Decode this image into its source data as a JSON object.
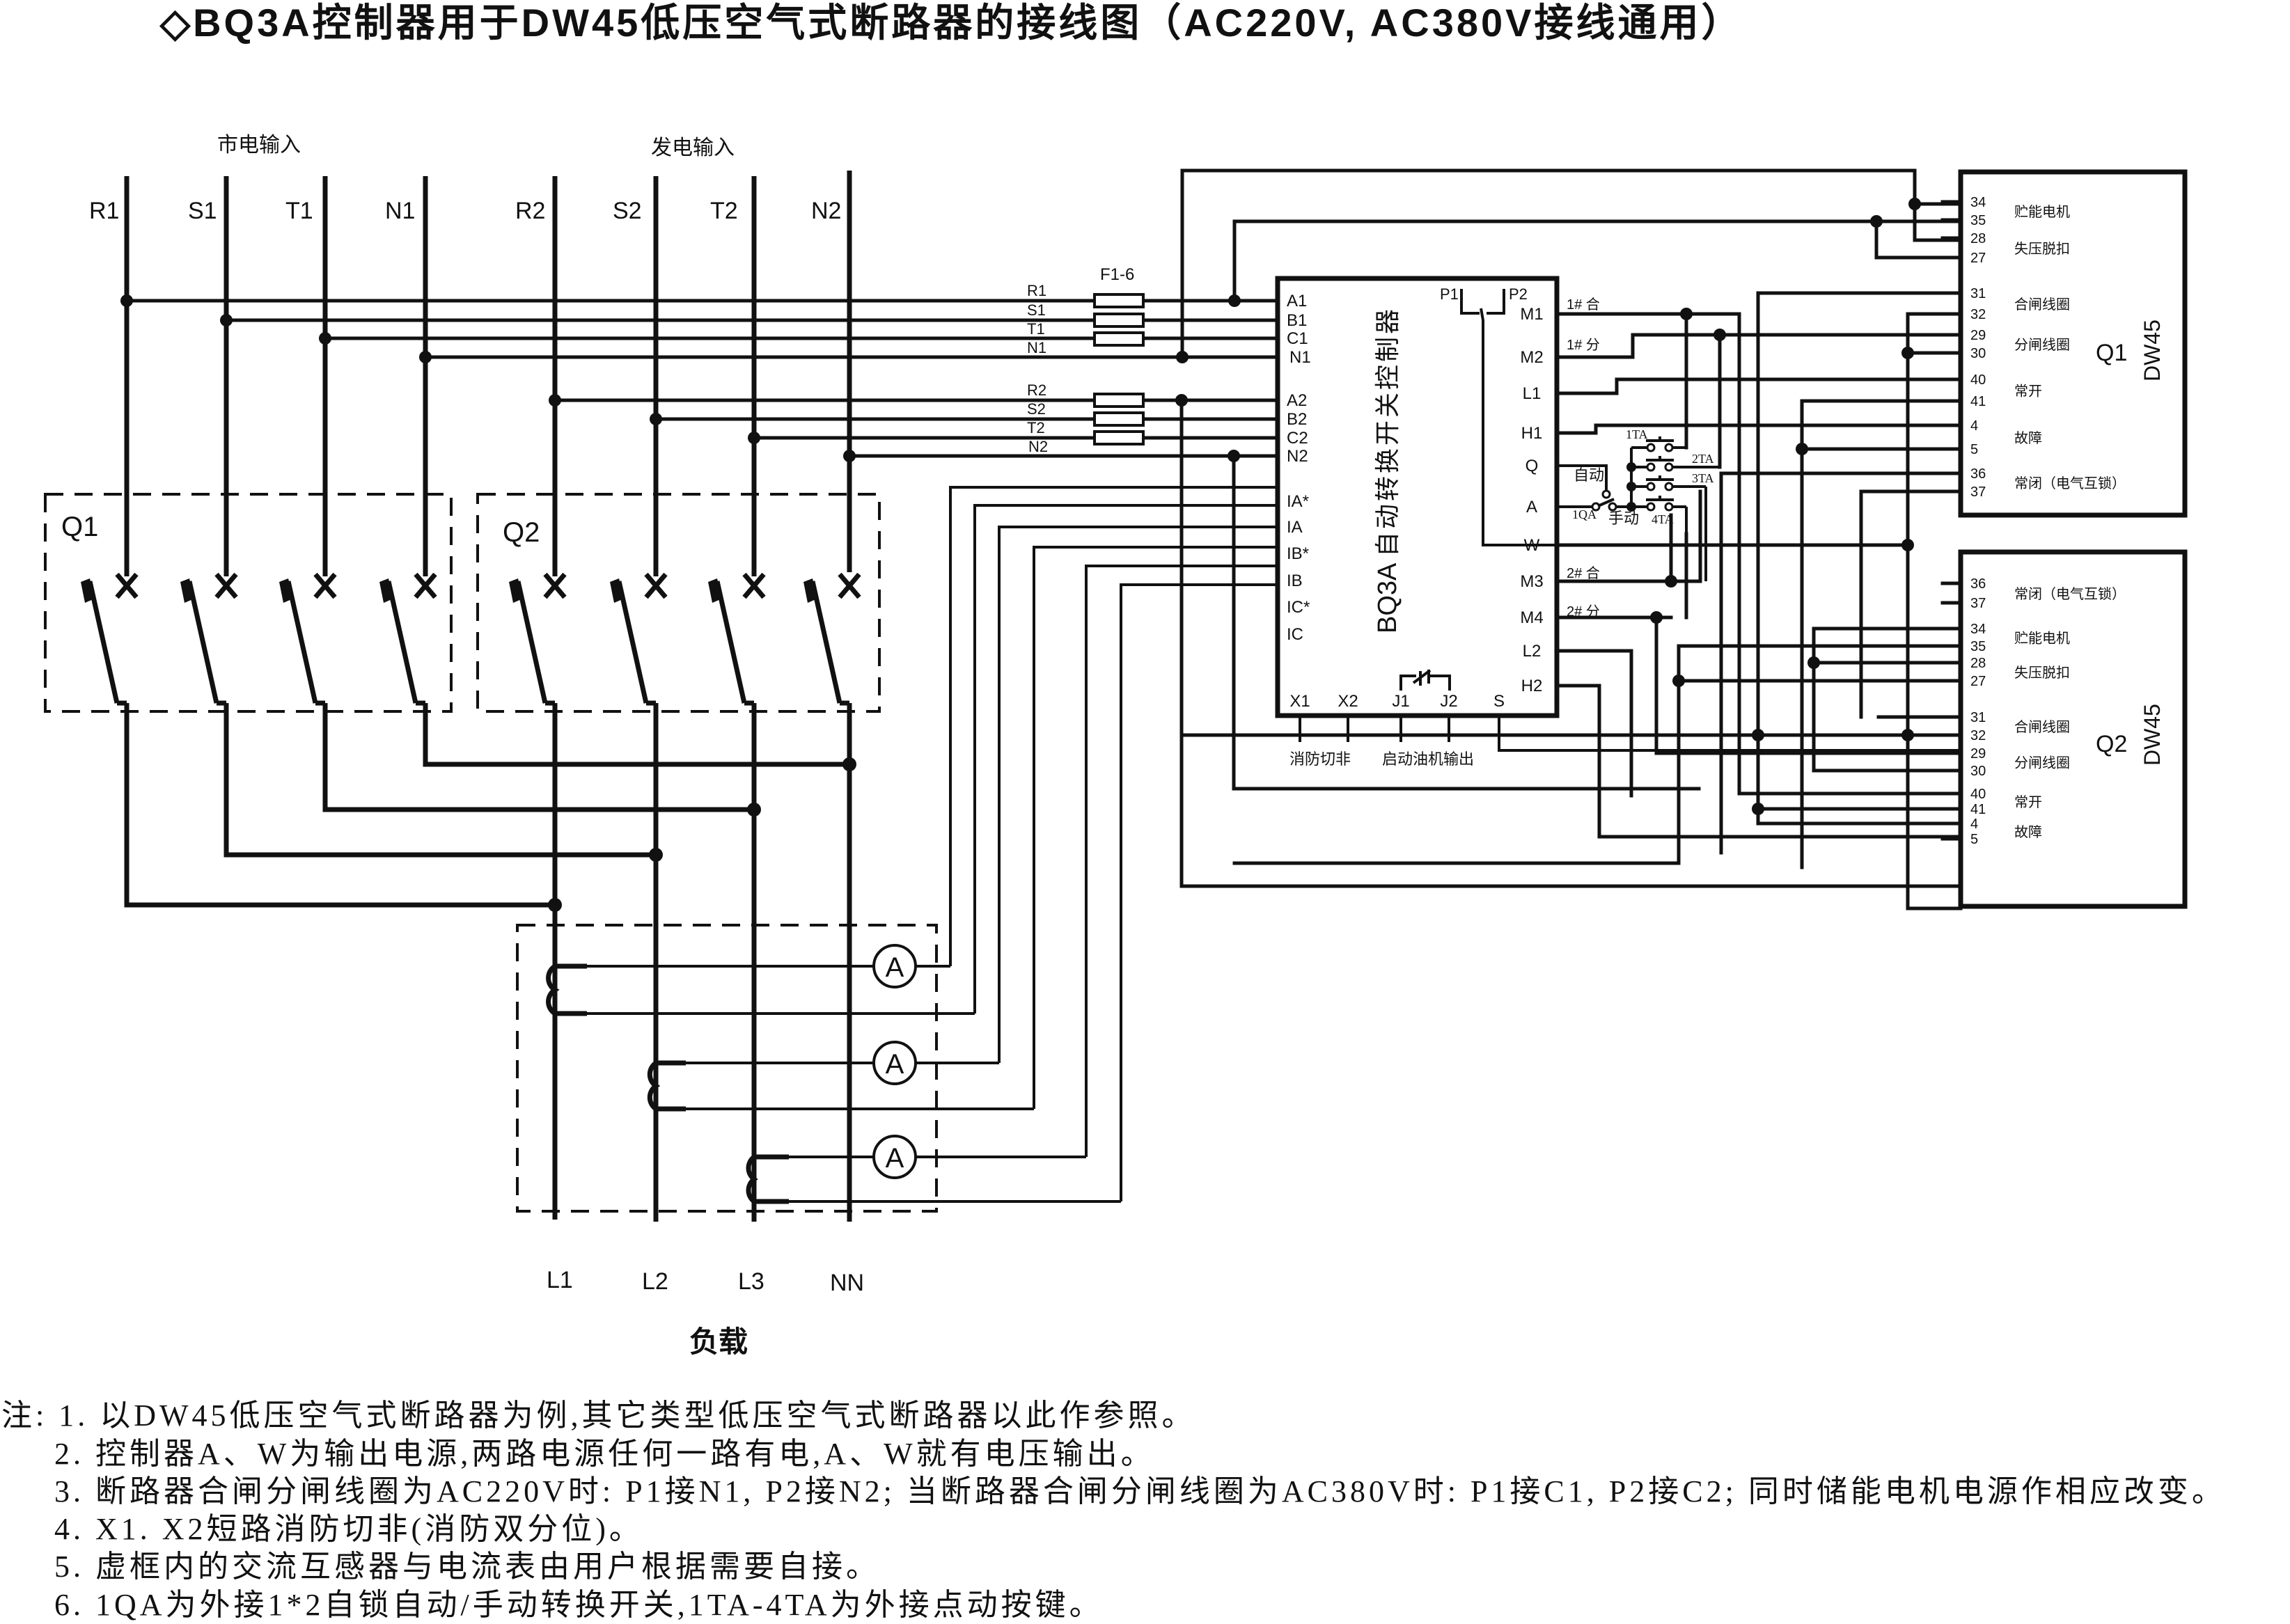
{
  "title": "◇BQ3A控制器用于DW45低压空气式断路器的接线图（AC220V, AC380V接线通用）",
  "inputs": {
    "mains_label": "市电输入",
    "gen_label": "发电输入",
    "mains_lines": [
      "R1",
      "S1",
      "T1",
      "N1"
    ],
    "gen_lines": [
      "R2",
      "S2",
      "T2",
      "N2"
    ]
  },
  "breakers": {
    "q1_label": "Q1",
    "q2_label": "Q2"
  },
  "fuses": {
    "label": "F1-6",
    "wire_labels_1": [
      "R1",
      "S1",
      "T1",
      "N1"
    ],
    "wire_labels_2": [
      "R2",
      "S2",
      "T2",
      "N2"
    ]
  },
  "controller": {
    "model": "BQ3A",
    "name": "自动转换开关控制器",
    "left_terminals": [
      "A1",
      "B1",
      "C1",
      "N1",
      "A2",
      "B2",
      "C2",
      "N2",
      "IA*",
      "IA",
      "IB*",
      "IB",
      "IC*",
      "IC"
    ],
    "right_terminals": [
      "M1",
      "M2",
      "L1",
      "H1",
      "Q",
      "A",
      "W",
      "M3",
      "M4",
      "L2",
      "H2"
    ],
    "bottom_terminals": [
      "X1",
      "X2",
      "J1",
      "J2",
      "S"
    ],
    "p_terminals": [
      "P1",
      "P2"
    ],
    "wire_tags": {
      "m1": "1# 合",
      "m2": "1# 分",
      "m3": "2# 合",
      "m4": "2# 分"
    },
    "bottom_labels": {
      "fire": "消防切非",
      "gen_start": "启动油机输出"
    }
  },
  "switches": {
    "auto": "自动",
    "manual": "手动",
    "qa": "1QA",
    "buttons": [
      "1TA",
      "2TA",
      "3TA",
      "4TA"
    ]
  },
  "dw45_q1": {
    "model": "DW45",
    "label": "Q1",
    "terminals": [
      {
        "nums": [
          "34",
          "35"
        ],
        "desc": "贮能电机"
      },
      {
        "nums": [
          "28",
          "27"
        ],
        "desc": "失压脱扣"
      },
      {
        "nums": [
          "31",
          "32"
        ],
        "desc": "合闸线圈"
      },
      {
        "nums": [
          "29",
          "30"
        ],
        "desc": "分闸线圈"
      },
      {
        "nums": [
          "40",
          "41"
        ],
        "desc": "常开"
      },
      {
        "nums": [
          "4",
          "5"
        ],
        "desc": "故障"
      },
      {
        "nums": [
          "36",
          "37"
        ],
        "desc": "常闭（电气互锁）"
      }
    ]
  },
  "dw45_q2": {
    "model": "DW45",
    "label": "Q2",
    "terminals": [
      {
        "nums": [
          "36",
          "37"
        ],
        "desc": "常闭（电气互锁）"
      },
      {
        "nums": [
          "34",
          "35"
        ],
        "desc": "贮能电机"
      },
      {
        "nums": [
          "28",
          "27"
        ],
        "desc": "失压脱扣"
      },
      {
        "nums": [
          "31",
          "32"
        ],
        "desc": "合闸线圈"
      },
      {
        "nums": [
          "29",
          "30"
        ],
        "desc": "分闸线圈"
      },
      {
        "nums": [
          "40",
          "41"
        ],
        "desc": "常开"
      },
      {
        "nums": [
          "4",
          "5"
        ],
        "desc": "故障"
      }
    ]
  },
  "meters": {
    "symbol": "A"
  },
  "load": {
    "lines": [
      "L1",
      "L2",
      "L3",
      "NN"
    ],
    "label": "负载"
  },
  "notes": [
    "注: 1. 以DW45低压空气式断路器为例,其它类型低压空气式断路器以此作参照。",
    "2. 控制器A、W为输出电源,两路电源任何一路有电,A、W就有电压输出。",
    "3. 断路器合闸分闸线圈为AC220V时: P1接N1, P2接N2; 当断路器合闸分闸线圈为AC380V时: P1接C1, P2接C2; 同时储能电机电源作相应改变。",
    "4. X1. X2短路消防切非(消防双分位)。",
    "5. 虚框内的交流互感器与电流表由用户根据需要自接。",
    "6. 1QA为外接1*2自锁自动/手动转换开关,1TA-4TA为外接点动按键。"
  ]
}
